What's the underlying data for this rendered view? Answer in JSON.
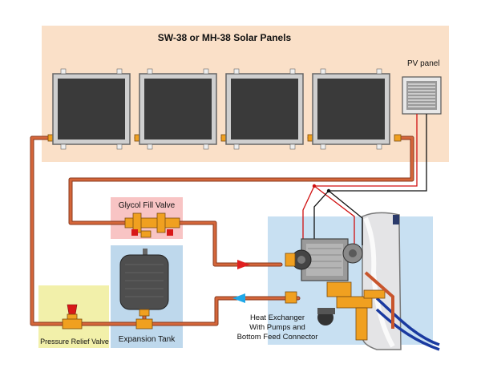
{
  "diagram": {
    "title": "SW-38 or MH-38 Solar Panels",
    "pv_panel_label": "PV panel",
    "glycol_fill_valve_label": "Glycol Fill Valve",
    "pressure_relief_valve_label": "Pressure Relief Valve",
    "expansion_tank_label": "Expansion Tank",
    "heat_exchanger_label": [
      "Heat Exchanger",
      "With Pumps and",
      "Bottom Feed Connector"
    ],
    "solar_panel_count": 4,
    "colors": {
      "panel_area": "#fae0c8",
      "glycol_box": "#f8c4c4",
      "relief_box": "#f2f0aa",
      "expansion_box": "#bed8ec",
      "exchanger_box": "#c8e0f2",
      "pipe": "#c8552c",
      "hot_arrow": "#e02020",
      "cold_arrow": "#20a8e8",
      "valve_brass": "#f0a020"
    }
  }
}
